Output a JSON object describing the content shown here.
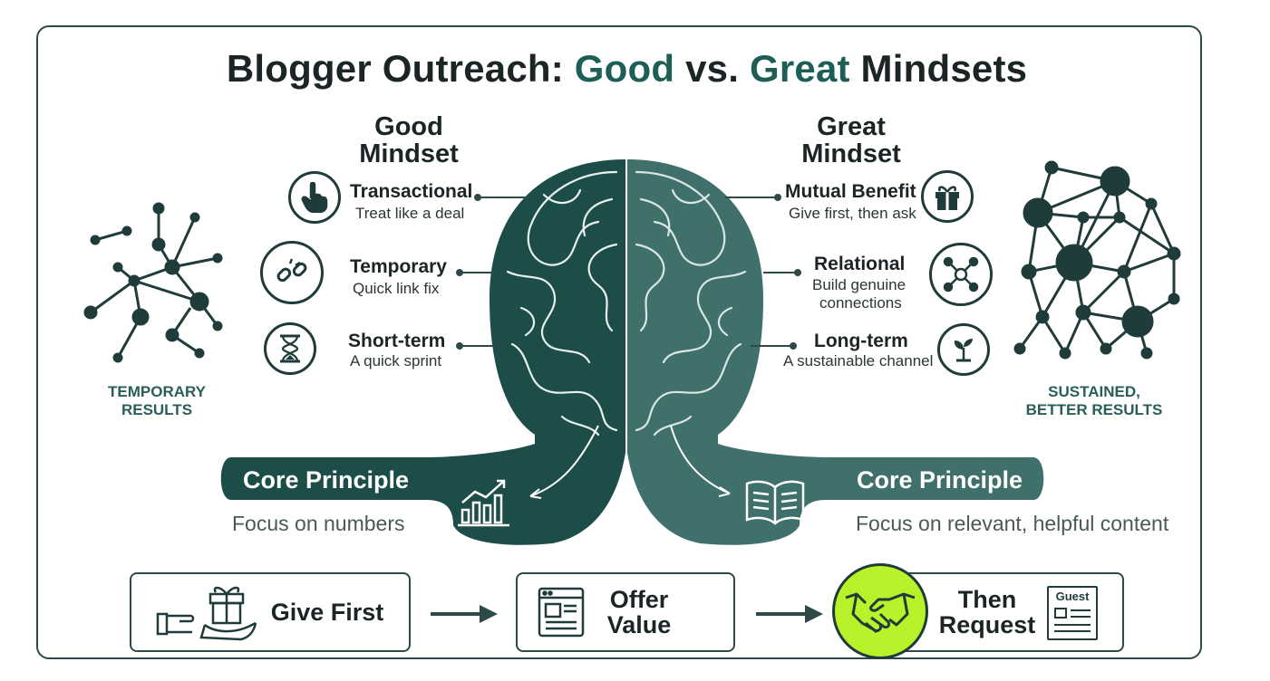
{
  "title": {
    "part1": "Blogger Outreach: ",
    "part2": "Good",
    "part3": " vs. ",
    "part4": "Great",
    "part5": " Mindsets"
  },
  "good": {
    "heading_line1": "Good",
    "heading_line2": "Mindset",
    "items": [
      {
        "title": "Transactional",
        "sub": "Treat like a deal",
        "icon": "pointing-hand-icon"
      },
      {
        "title": "Temporary",
        "sub": "Quick link fix",
        "icon": "broken-link-icon"
      },
      {
        "title": "Short-term",
        "sub": "A quick sprint",
        "icon": "hourglass-icon"
      }
    ],
    "results_line1": "TEMPORARY",
    "results_line2": "RESULTS",
    "core_label": "Core Principle",
    "core_sub": "Focus on numbers",
    "core_icon": "bar-chart-icon"
  },
  "great": {
    "heading_line1": "Great",
    "heading_line2": "Mindset",
    "items": [
      {
        "title": "Mutual Benefit",
        "sub": "Give first, then ask",
        "icon": "gift-icon"
      },
      {
        "title": "Relational",
        "sub1": "Build genuine",
        "sub2": "connections",
        "icon": "linked-nodes-icon"
      },
      {
        "title": "Long-term",
        "sub": "A sustainable channel",
        "icon": "sprout-icon"
      }
    ],
    "results_line1": "SUSTAINED,",
    "results_line2": "BETTER RESULTS",
    "core_label": "Core Principle",
    "core_sub": "Focus on relevant, helpful content",
    "core_icon": "open-book-icon"
  },
  "steps": [
    {
      "label": "Give First",
      "icon": "hand-gift-icon"
    },
    {
      "label_line1": "Offer",
      "label_line2": "Value",
      "icon": "webpage-icon"
    },
    {
      "label_line1": "Then",
      "label_line2": "Request",
      "icon": "handshake-icon",
      "badge": "Guest"
    }
  ],
  "colors": {
    "dark_teal": "#1d4d48",
    "mid_teal": "#3f706b",
    "accent_green": "#b9f22a",
    "text_dark": "#1c2526"
  }
}
